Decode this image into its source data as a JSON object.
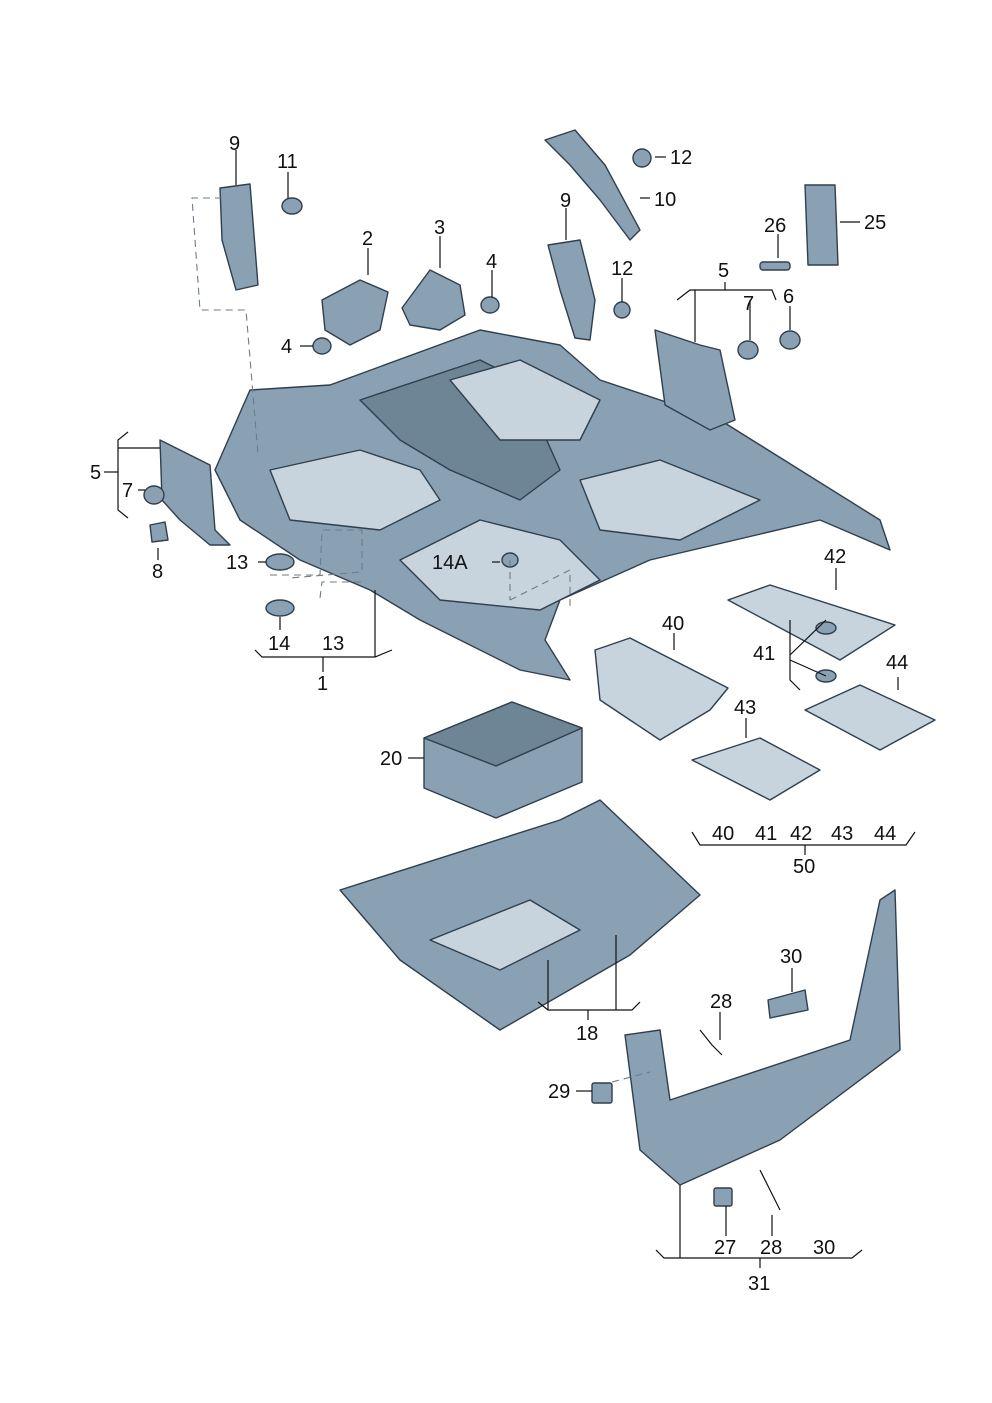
{
  "labels": {
    "l9a": "9",
    "l11": "11",
    "l2": "2",
    "l3": "3",
    "l4a": "4",
    "l4b": "4",
    "l12a": "12",
    "l10": "10",
    "l9b": "9",
    "l12b": "12",
    "l26": "26",
    "l25": "25",
    "l5a": "5",
    "l7a": "7",
    "l6": "6",
    "l5b": "5",
    "l7b": "7",
    "l8": "8",
    "l13a": "13",
    "l14a": "14A",
    "l14": "14",
    "l13b": "13",
    "l1": "1",
    "l42": "42",
    "l40": "40",
    "l41": "41",
    "l44": "44",
    "l43": "43",
    "l20": "20",
    "g40": "40",
    "g41": "41",
    "g42": "42",
    "g43": "43",
    "g44": "44",
    "l50": "50",
    "l30a": "30",
    "l28a": "28",
    "l18": "18",
    "l29": "29",
    "l27": "27",
    "l28b": "28",
    "l30b": "30",
    "l31": "31"
  },
  "colors": {
    "part": "#8aa1b4",
    "part_dark": "#6e8596",
    "part_light": "#c7d3dd",
    "outline": "#2f3f4d"
  }
}
